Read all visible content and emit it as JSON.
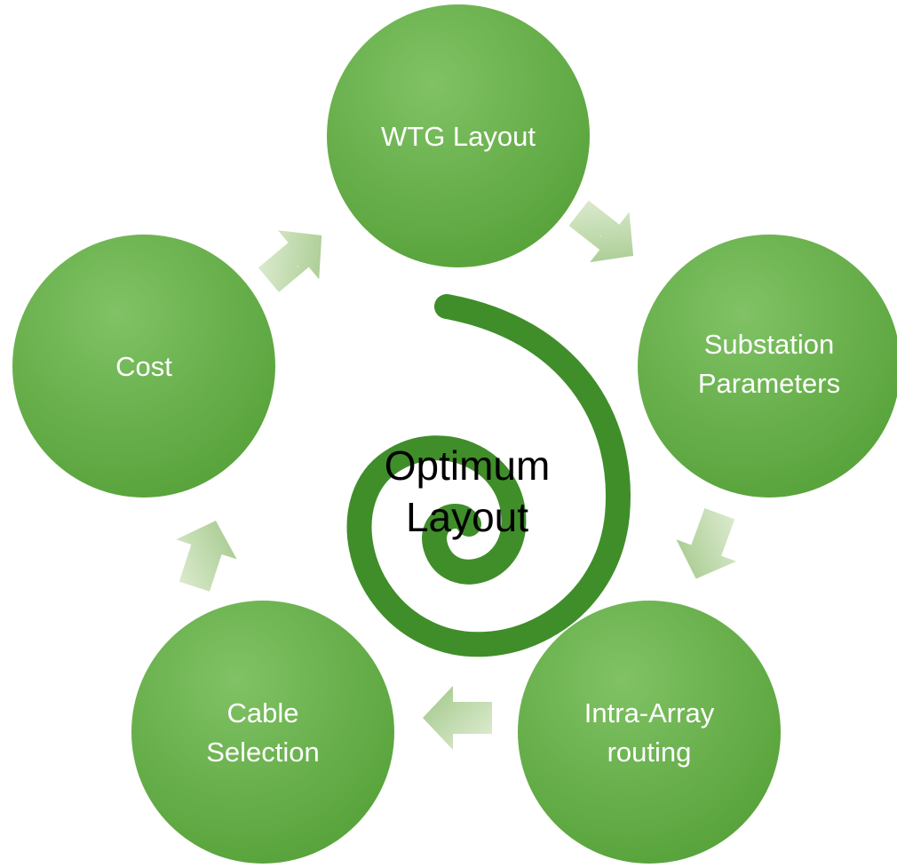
{
  "diagram": {
    "center": {
      "line1": "Optimum",
      "line2": "Layout"
    },
    "nodes": [
      {
        "id": "wtg-layout",
        "lines": [
          "WTG Layout"
        ]
      },
      {
        "id": "substation-parameters",
        "lines": [
          "Substation",
          "Parameters"
        ]
      },
      {
        "id": "intra-array-routing",
        "lines": [
          "Intra-Array",
          "routing"
        ]
      },
      {
        "id": "cable-selection",
        "lines": [
          "Cable",
          "Selection"
        ]
      },
      {
        "id": "cost",
        "lines": [
          "Cost"
        ]
      }
    ],
    "arrows": [
      {
        "from": "cost",
        "to": "wtg-layout",
        "mark": "."
      },
      {
        "from": "wtg-layout",
        "to": "substation-parameters",
        "mark": "."
      },
      {
        "from": "substation-parameters",
        "to": "intra-array-routing",
        "mark": ""
      },
      {
        "from": "intra-array-routing",
        "to": "cable-selection",
        "mark": ""
      },
      {
        "from": "cable-selection",
        "to": "cost",
        "mark": ""
      }
    ],
    "colors": {
      "node_light": "#7dbe63",
      "node_dark": "#5aa43a",
      "arrow_light": "#d4e6c4",
      "arrow_dark": "#a7cb8f",
      "spiral": "#3f8e2a"
    }
  }
}
